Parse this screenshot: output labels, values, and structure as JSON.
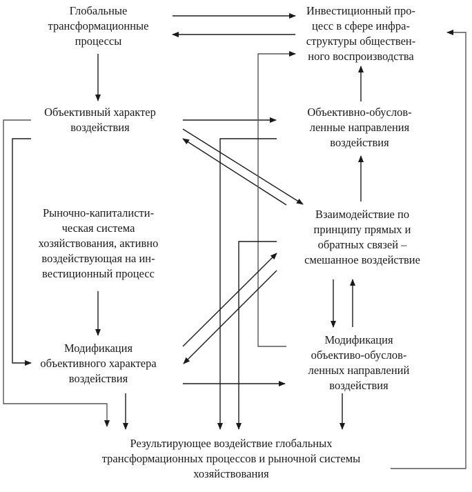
{
  "diagram": {
    "nodes": {
      "global": "Глобальные\nтрансформационные\nпроцессы",
      "invest": "Инвестиционный про-\nцесс в сфере инфра-\nструктуры обществен-\nного воспроизводства",
      "objective": "Объективный характер\nвоздействия",
      "objdirections": "Объективно-обуслов-\nленные направления\nвоздействия",
      "market": "Рыночно-капиталисти-\nческая система\nхозяйствования, активно\nвоздействующая на ин-\nвестиционный процесс",
      "interaction": "Взаимодействие по\nпринципу прямых и\nобратных связей –\nсмешанное воздействие",
      "modobjective": "Модификация\nобъективного характера\nвоздействия",
      "moddirections": "Модификация\nобъективо-обуслов-\nленных направлений\nвоздействия",
      "result": "Результирующее воздействие глобальных\nтрансформационных процессов и рыночной системы\nхозяйствования"
    },
    "edges": [
      {
        "from": "global",
        "to": "invest"
      },
      {
        "from": "invest",
        "to": "global"
      },
      {
        "from": "global",
        "to": "objective"
      },
      {
        "from": "objective",
        "to": "objdirections"
      },
      {
        "from": "objective",
        "to": "interaction"
      },
      {
        "from": "interaction",
        "to": "objective"
      },
      {
        "from": "objdirections",
        "to": "invest"
      },
      {
        "from": "interaction",
        "to": "objdirections"
      },
      {
        "from": "objective",
        "to": "result"
      },
      {
        "from": "objective",
        "to": "modobjective"
      },
      {
        "from": "market",
        "to": "modobjective"
      },
      {
        "from": "modobjective",
        "to": "interaction"
      },
      {
        "from": "interaction",
        "to": "modobjective"
      },
      {
        "from": "interaction",
        "to": "moddirections"
      },
      {
        "from": "moddirections",
        "to": "interaction"
      },
      {
        "from": "modobjective",
        "to": "moddirections"
      },
      {
        "from": "modobjective",
        "to": "result"
      },
      {
        "from": "objdirections",
        "to": "result"
      },
      {
        "from": "interaction",
        "to": "result"
      },
      {
        "from": "moddirections",
        "to": "invest"
      },
      {
        "from": "moddirections",
        "to": "result"
      },
      {
        "from": "result",
        "to": "invest"
      }
    ]
  }
}
